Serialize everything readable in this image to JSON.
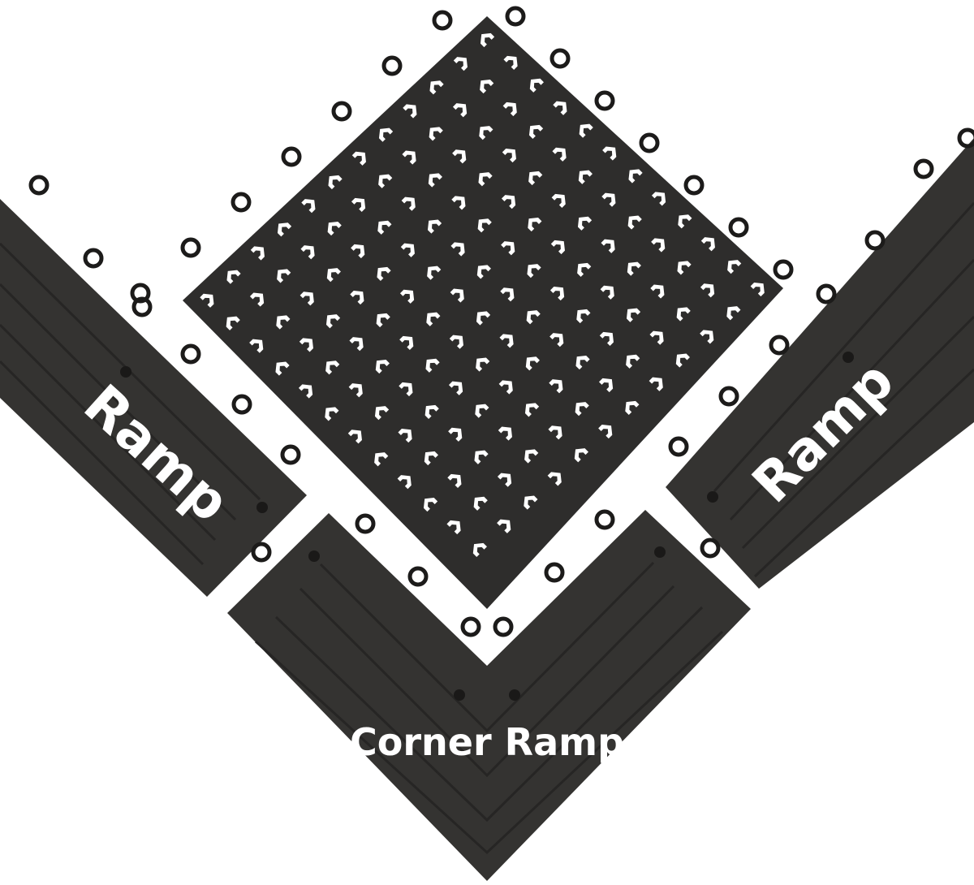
{
  "product": {
    "colors": {
      "mat": "#2e2d2c",
      "mat_edge": "#1c1b1a",
      "ramp": "#343331",
      "ramp_groove": "#262524",
      "ramp_highlight": "#4a4846",
      "label": "#ffffff",
      "background": "#ffffff"
    },
    "left_ramp": {
      "label": "Ramp"
    },
    "right_ramp": {
      "label": "Ramp"
    },
    "corner_ramp": {
      "label": "Corner Ramp"
    },
    "grid_tile": {
      "cells_per_side": 12
    }
  }
}
